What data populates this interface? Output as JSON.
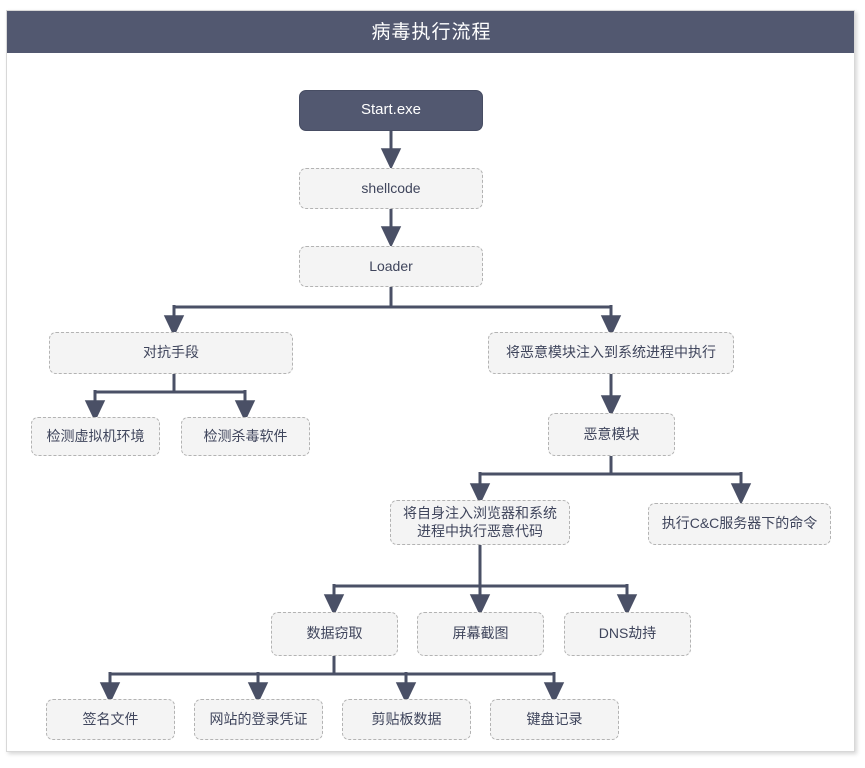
{
  "window": {
    "title": "病毒执行流程"
  },
  "colors": {
    "header_bg": "#525870",
    "node_dark_bg": "#525870",
    "node_light_bg": "#f4f4f4",
    "node_light_border": "#b3b3b3",
    "edge": "#4a5066",
    "text_dark": "#3f455c",
    "text_light": "#ffffff",
    "card_border": "#d8d8d8"
  },
  "chart_data": {
    "type": "diagram",
    "title": "病毒执行流程",
    "orientation": "top-down",
    "nodes": [
      {
        "id": "start",
        "label": "Start.exe",
        "style": "dark",
        "level": 0
      },
      {
        "id": "shellcode",
        "label": "shellcode",
        "style": "light",
        "level": 1
      },
      {
        "id": "loader",
        "label": "Loader",
        "style": "light",
        "level": 2
      },
      {
        "id": "antidefense",
        "label": "对抗手段",
        "style": "light",
        "level": 3
      },
      {
        "id": "inject_sys",
        "label": "将恶意模块注入到系统进程中执行",
        "style": "light",
        "level": 3
      },
      {
        "id": "detect_vm",
        "label": "检测虚拟机环境",
        "style": "light",
        "level": 4
      },
      {
        "id": "detect_av",
        "label": "检测杀毒软件",
        "style": "light",
        "level": 4
      },
      {
        "id": "mal_module",
        "label": "恶意模块",
        "style": "light",
        "level": 4
      },
      {
        "id": "inject_brow",
        "label": "将自身注入浏览器和系统\n进程中执行恶意代码",
        "style": "light",
        "level": 5
      },
      {
        "id": "cc_cmd",
        "label": "执行C&C服务器下的命令",
        "style": "light",
        "level": 5
      },
      {
        "id": "data_theft",
        "label": "数据窃取",
        "style": "light",
        "level": 6
      },
      {
        "id": "screenshot",
        "label": "屏幕截图",
        "style": "light",
        "level": 6
      },
      {
        "id": "dns_hijack",
        "label": "DNS劫持",
        "style": "light",
        "level": 6
      },
      {
        "id": "sign_file",
        "label": "签名文件",
        "style": "light",
        "level": 7
      },
      {
        "id": "web_cred",
        "label": "网站的登录凭证",
        "style": "light",
        "level": 7
      },
      {
        "id": "clipboard",
        "label": "剪贴板数据",
        "style": "light",
        "level": 7
      },
      {
        "id": "keylog",
        "label": "键盘记录",
        "style": "light",
        "level": 7
      }
    ],
    "edges": [
      {
        "from": "start",
        "to": "shellcode"
      },
      {
        "from": "shellcode",
        "to": "loader"
      },
      {
        "from": "loader",
        "to": "antidefense"
      },
      {
        "from": "loader",
        "to": "inject_sys"
      },
      {
        "from": "antidefense",
        "to": "detect_vm"
      },
      {
        "from": "antidefense",
        "to": "detect_av"
      },
      {
        "from": "inject_sys",
        "to": "mal_module"
      },
      {
        "from": "mal_module",
        "to": "inject_brow"
      },
      {
        "from": "mal_module",
        "to": "cc_cmd"
      },
      {
        "from": "inject_brow",
        "to": "data_theft"
      },
      {
        "from": "inject_brow",
        "to": "screenshot"
      },
      {
        "from": "inject_brow",
        "to": "dns_hijack"
      },
      {
        "from": "data_theft",
        "to": "sign_file"
      },
      {
        "from": "data_theft",
        "to": "web_cred"
      },
      {
        "from": "data_theft",
        "to": "clipboard"
      },
      {
        "from": "data_theft",
        "to": "keylog"
      }
    ]
  }
}
